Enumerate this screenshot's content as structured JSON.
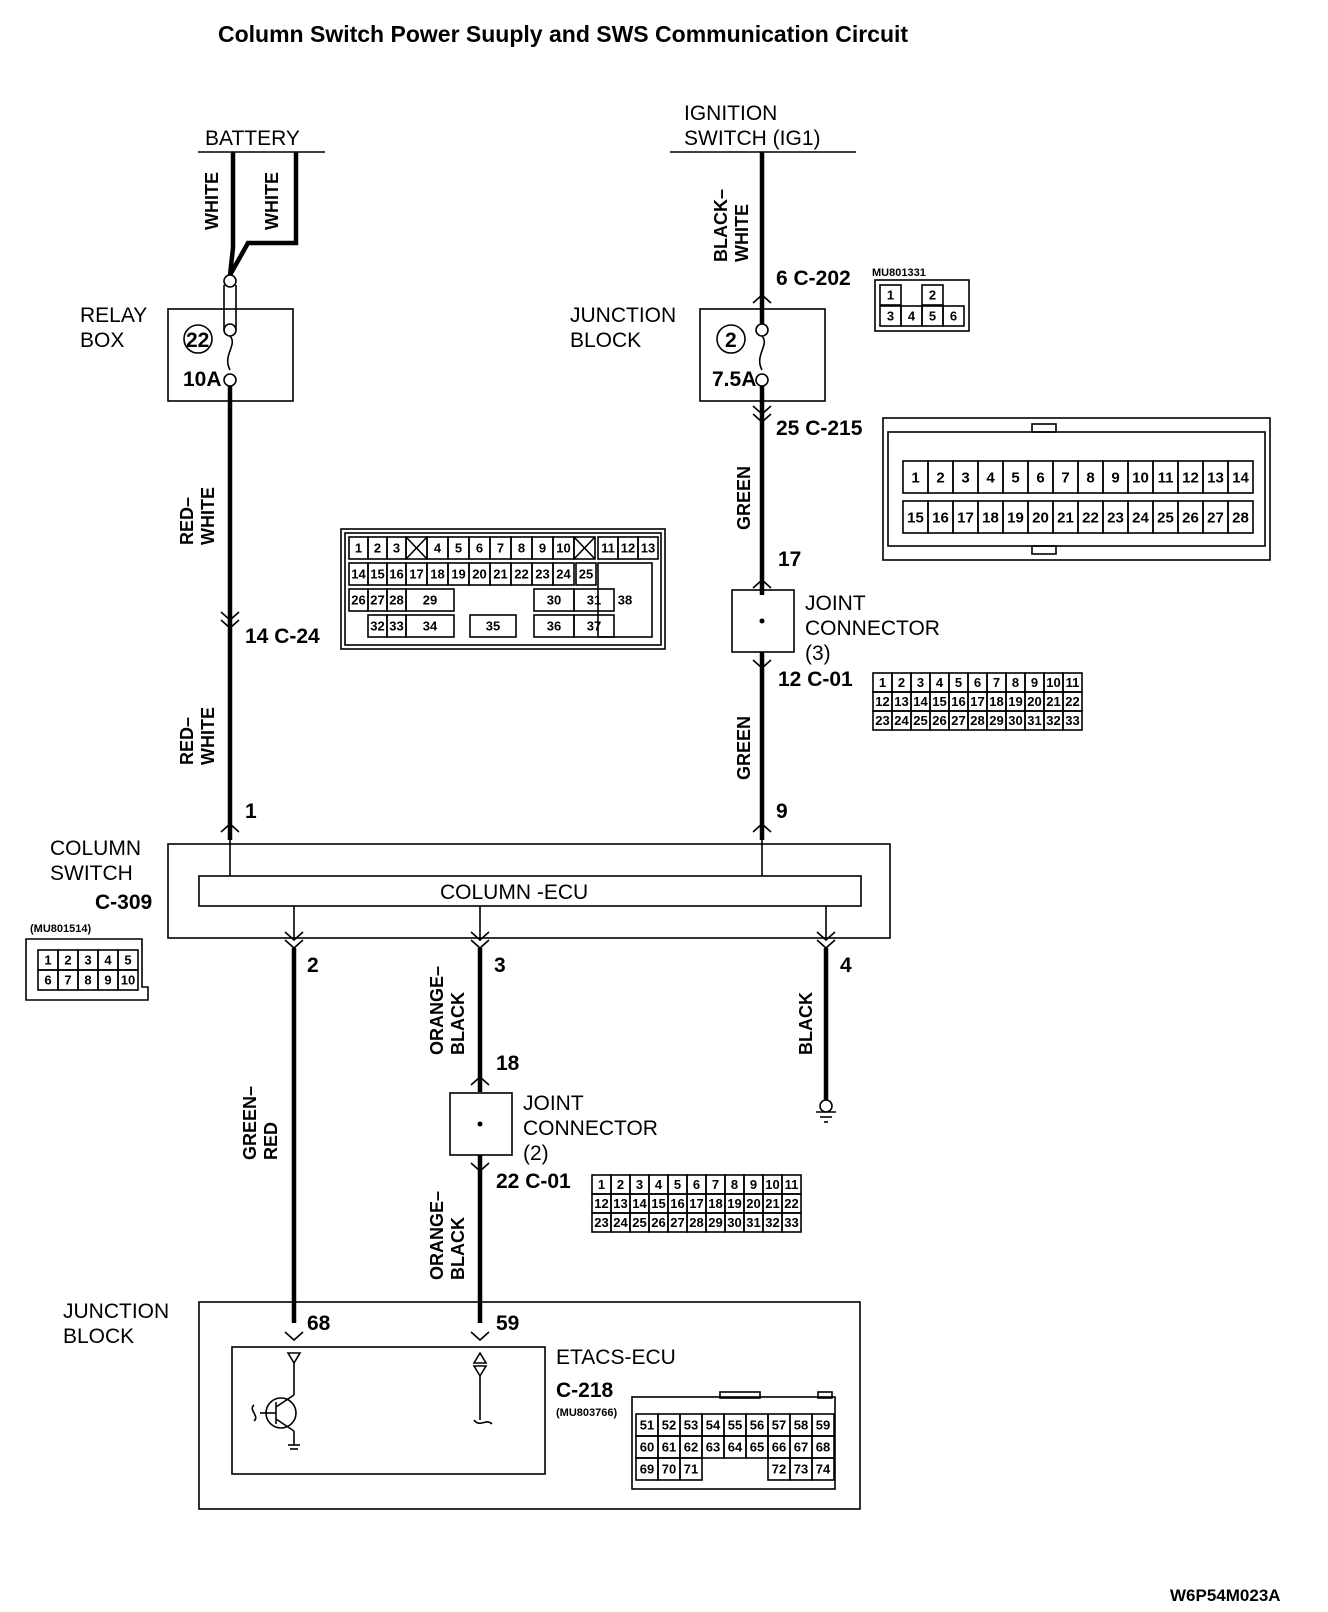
{
  "title": "Column Switch Power Suuply and SWS Communication Circuit",
  "figure_code": "W6P54M023A",
  "power_sources": {
    "battery": "BATTERY",
    "ignition_line1": "IGNITION",
    "ignition_line2": "SWITCH (IG1)"
  },
  "components": {
    "relay_box_line1": "RELAY",
    "relay_box_line2": "BOX",
    "relay_fuse_no": "22",
    "relay_fuse_rating": "10A",
    "junction_block_line1": "JUNCTION",
    "junction_block_line2": "BLOCK",
    "jb_fuse_no": "2",
    "jb_fuse_rating": "7.5A",
    "joint3_line1": "JOINT",
    "joint3_line2": "CONNECTOR",
    "joint3_line3": "(3)",
    "joint2_line1": "JOINT",
    "joint2_line2": "CONNECTOR",
    "joint2_line3": "(2)",
    "column_switch_line1": "COLUMN",
    "column_switch_line2": "SWITCH",
    "column_switch_conn": "C-309",
    "column_switch_part": "(MU801514)",
    "column_ecu": "COLUMN -ECU",
    "jb_bottom_line1": "JUNCTION",
    "jb_bottom_line2": "BLOCK",
    "etacs": "ETACS-ECU",
    "etacs_conn": "C-218",
    "etacs_part": "(MU803766)",
    "c202_part": "MU801331"
  },
  "wire_colors": {
    "white_a": "WHITE",
    "white_b": "WHITE",
    "black_white": "BLACK-\nWHITE",
    "red_white_1": "RED-\nWHITE",
    "red_white_2": "RED-\nWHITE",
    "green_1": "GREEN",
    "green_2": "GREEN",
    "green_red": "GREEN-\nRED",
    "orange_black_1": "ORANGE-\nBLACK",
    "orange_black_2": "ORANGE-\nBLACK",
    "black": "BLACK"
  },
  "pin_labels": {
    "c202": "6  C-202",
    "c215": "25  C-215",
    "p17": "17",
    "c01_top": "12  C-01",
    "p9": "9",
    "p1": "1",
    "c24": "14  C-24",
    "p2": "2",
    "p3": "3",
    "p4": "4",
    "p18": "18",
    "c01_bottom": "22  C-01",
    "p68": "68",
    "p59": "59"
  },
  "connector_pins": {
    "c202": [
      [
        "1",
        "",
        "2"
      ],
      [
        "3",
        "4",
        "5",
        "6"
      ]
    ],
    "c215": [
      [
        "1",
        "2",
        "3",
        "4",
        "5",
        "6",
        "7",
        "8",
        "9",
        "10",
        "11",
        "12",
        "13",
        "14"
      ],
      [
        "15",
        "16",
        "17",
        "18",
        "19",
        "20",
        "21",
        "22",
        "23",
        "24",
        "25",
        "26",
        "27",
        "28"
      ]
    ],
    "c24": [
      [
        "1",
        "2",
        "3",
        "X",
        "4",
        "5",
        "6",
        "7",
        "8",
        "9",
        "10",
        "X",
        "11",
        "12",
        "13"
      ],
      [
        "14",
        "15",
        "16",
        "17",
        "18",
        "19",
        "20",
        "21",
        "22",
        "23",
        "24",
        "25"
      ],
      [
        "26",
        "27",
        "28",
        "29",
        "30",
        "31"
      ],
      [
        "32",
        "33",
        "34",
        "35",
        "36",
        "37"
      ],
      [
        "38"
      ]
    ],
    "c01": [
      [
        "1",
        "2",
        "3",
        "4",
        "5",
        "6",
        "7",
        "8",
        "9",
        "10",
        "11"
      ],
      [
        "12",
        "13",
        "14",
        "15",
        "16",
        "17",
        "18",
        "19",
        "20",
        "21",
        "22"
      ],
      [
        "23",
        "24",
        "25",
        "26",
        "27",
        "28",
        "29",
        "30",
        "31",
        "32",
        "33"
      ]
    ],
    "c309": [
      [
        "1",
        "2",
        "3",
        "4",
        "5"
      ],
      [
        "6",
        "7",
        "8",
        "9",
        "10"
      ]
    ],
    "c218": [
      [
        "51",
        "52",
        "53",
        "54",
        "55",
        "56",
        "57",
        "58",
        "59"
      ],
      [
        "60",
        "61",
        "62",
        "63",
        "64",
        "65",
        "66",
        "67",
        "68"
      ],
      [
        "69",
        "70",
        "71",
        "",
        "",
        "",
        "72",
        "73",
        "74"
      ]
    ]
  }
}
